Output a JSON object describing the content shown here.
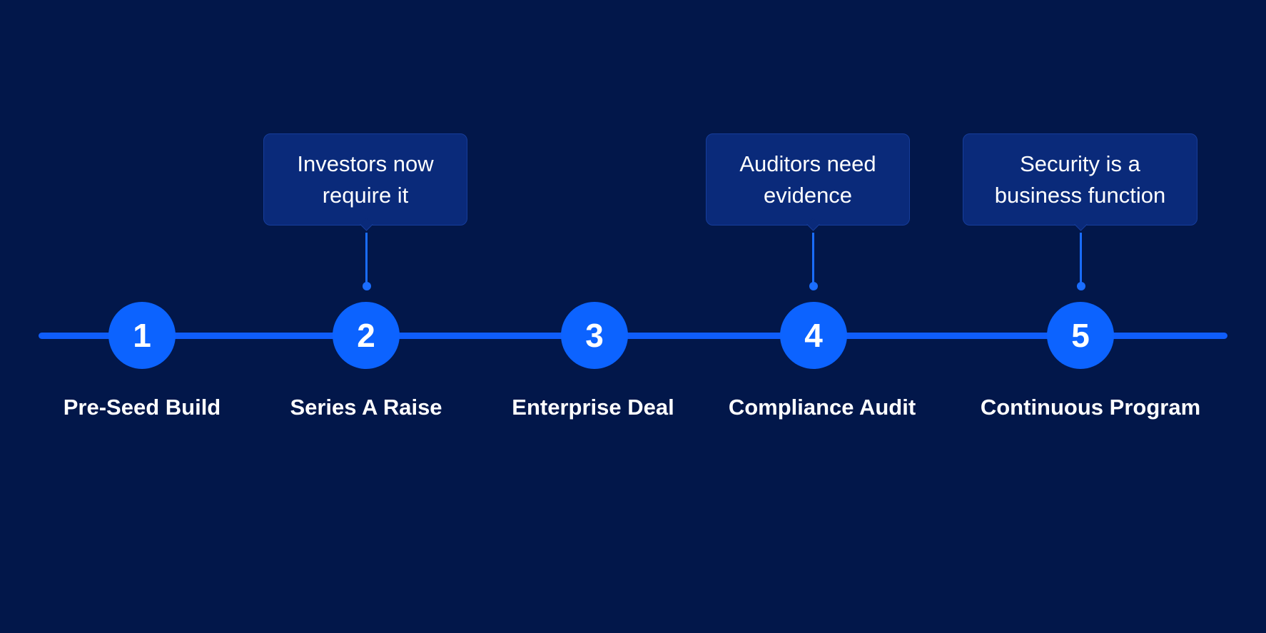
{
  "steps": [
    {
      "number": "1",
      "label": "Pre-Seed Build"
    },
    {
      "number": "2",
      "label": "Series A Raise"
    },
    {
      "number": "3",
      "label": "Enterprise Deal"
    },
    {
      "number": "4",
      "label": "Compliance Audit"
    },
    {
      "number": "5",
      "label": "Continuous Program"
    }
  ],
  "callouts": [
    {
      "step": "2",
      "line1": "Investors now",
      "line2": "require it"
    },
    {
      "step": "4",
      "line1": "Auditors need",
      "line2": "evidence"
    },
    {
      "step": "5",
      "line1": "Security is a",
      "line2": "business function"
    }
  ],
  "colors": {
    "background": "#02174a",
    "accent": "#0c63ff",
    "callout_fill": "#0a2a7a",
    "text": "#ffffff"
  }
}
